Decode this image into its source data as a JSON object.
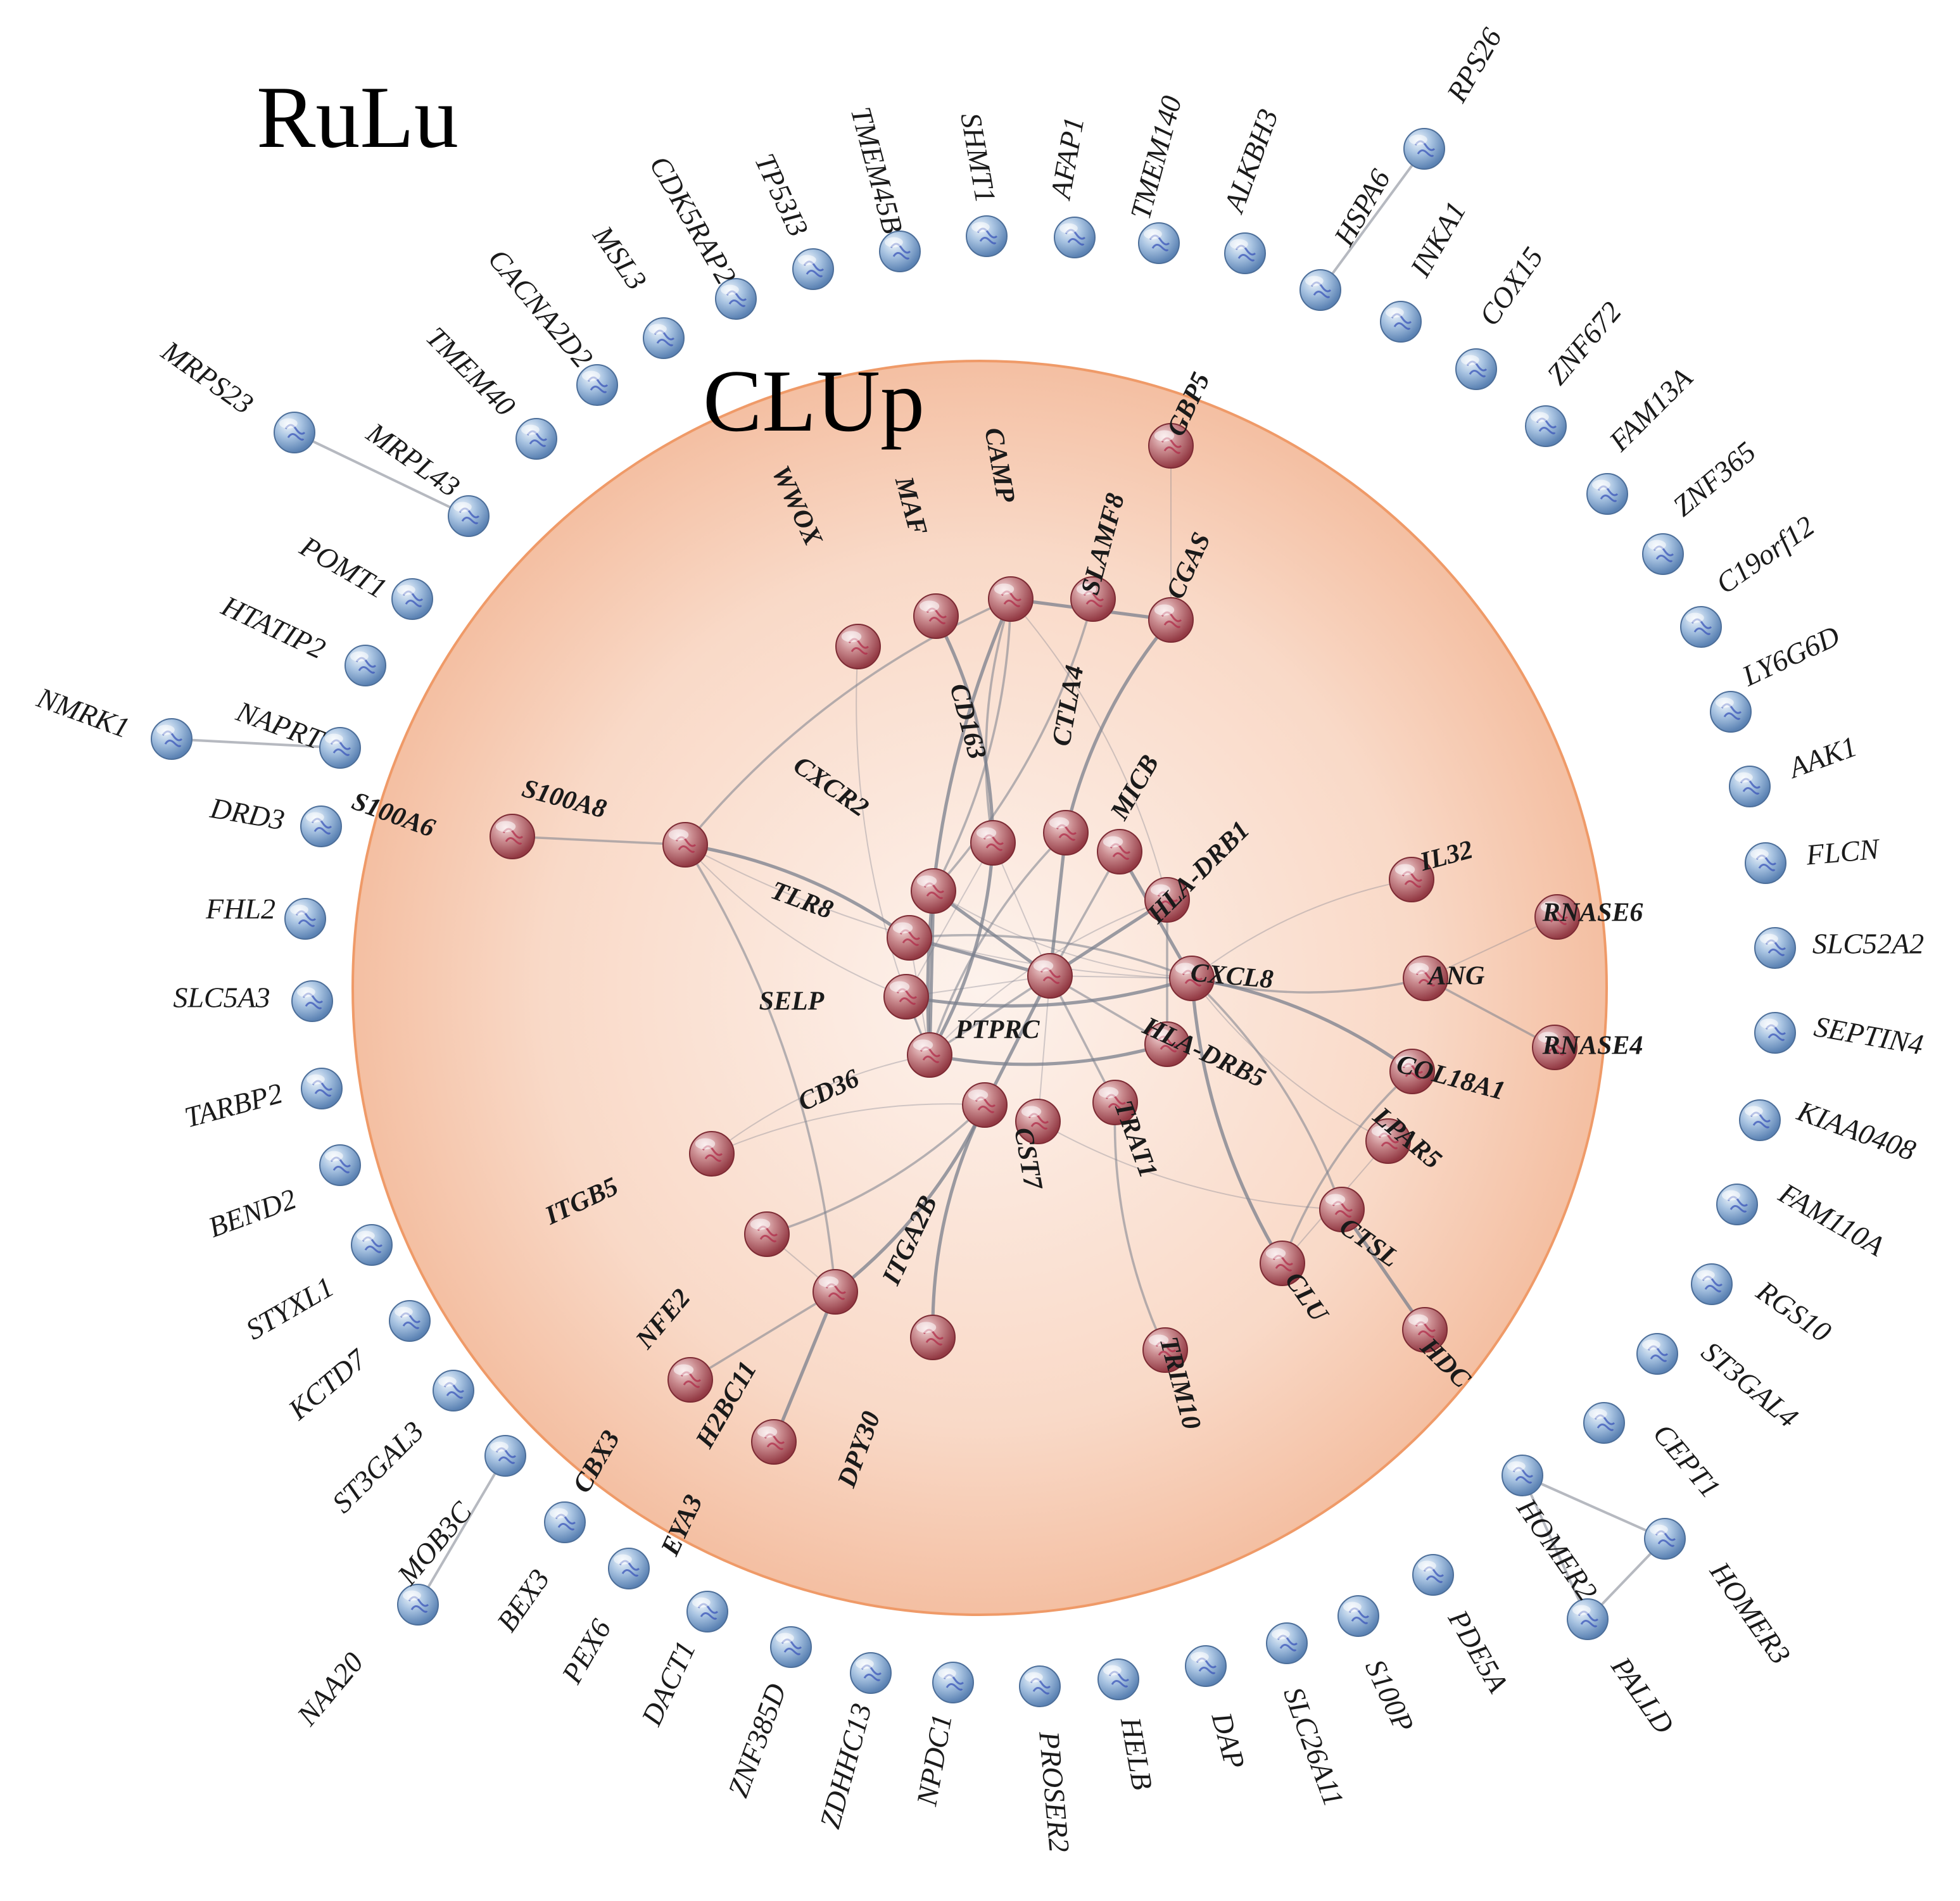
{
  "groups": {
    "outer": {
      "label": "RuLu",
      "color": "#7fa6cf"
    },
    "inner": {
      "label": "CLUp",
      "color": "#a94f57"
    }
  },
  "colors": {
    "circle_fill_center": "#fbe7dc",
    "circle_fill_edge": "#f3b79a",
    "circle_stroke": "#ef9a68",
    "edge": "#7a7f8c",
    "outer_node_light": "#dbe8f5",
    "outer_node_dark": "#6f96c4",
    "inner_node_light": "#ecc3c3",
    "inner_node_dark": "#a34a53"
  },
  "outer_nodes": [
    "RPS26",
    "HSPA6",
    "INKA1",
    "COX15",
    "ZNF672",
    "FAM13A",
    "ZNF365",
    "C19orf12",
    "LY6G6D",
    "AAK1",
    "FLCN",
    "SLC52A2",
    "SEPTIN4",
    "KIAA0408",
    "FAM110A",
    "RGS10",
    "ST3GAL4",
    "CEPT1",
    "HOMER2",
    "HOMER3",
    "PALLD",
    "PDE5A",
    "S100P",
    "SLC26A11",
    "DAP",
    "HELB",
    "PROSER2",
    "NPDC1",
    "ZDHHC13",
    "ZNF385D",
    "DACT1",
    "PEX6",
    "BEX3",
    "NAA20",
    "MOB3C",
    "ST3GAL3",
    "KCTD7",
    "STYXL1",
    "BEND2",
    "TARBP2",
    "SLC5A3",
    "FHL2",
    "DRD3",
    "NAPRT",
    "NMRK1",
    "HTATIP2",
    "POMT1",
    "MRPL43",
    "MRPS23",
    "TMEM40",
    "CACNA2D2",
    "MSL3",
    "CDK5RAP2",
    "TP53I3",
    "TMEM45B",
    "SHMT1",
    "AFAP1",
    "TMEM140",
    "ALKBH3"
  ],
  "outer_edges": [
    [
      "RPS26",
      "HSPA6"
    ],
    [
      "HOMER2",
      "HOMER3"
    ],
    [
      "HOMER2",
      "PALLD"
    ],
    [
      "HOMER3",
      "PALLD"
    ],
    [
      "MOB3C",
      "NAA20"
    ],
    [
      "NAPRT",
      "NMRK1"
    ],
    [
      "MRPL43",
      "MRPS23"
    ]
  ],
  "inner_nodes": [
    "GBP5",
    "CGAS",
    "SLAMF8",
    "CAMP",
    "MAF",
    "WWOX",
    "CD163",
    "CTLA4",
    "MICB",
    "HLA-DRB1",
    "S100A6",
    "S100A8",
    "CXCR2",
    "TLR8",
    "SELP",
    "PTPRC",
    "CXCL8",
    "IL32",
    "RNASE6",
    "ANG",
    "RNASE4",
    "COL18A1",
    "HLA-DRB5",
    "CD36",
    "ITGB5",
    "ITGA2B",
    "CST7",
    "TRAT1",
    "LPAR5",
    "NFE2",
    "CTSL",
    "H2BC11",
    "CBX3",
    "EYA3",
    "DPY30",
    "CLU",
    "HDC",
    "TRIM10"
  ],
  "inner_edges": [
    [
      "GBP5",
      "CGAS"
    ],
    [
      "S100A6",
      "S100A8"
    ],
    [
      "S100A8",
      "TLR8"
    ],
    [
      "S100A8",
      "SELP"
    ],
    [
      "S100A8",
      "CAMP"
    ],
    [
      "PTPRC",
      "CTLA4"
    ],
    [
      "PTPRC",
      "CD163"
    ],
    [
      "PTPRC",
      "MICB"
    ],
    [
      "PTPRC",
      "HLA-DRB1"
    ],
    [
      "PTPRC",
      "CXCL8"
    ],
    [
      "PTPRC",
      "HLA-DRB5"
    ],
    [
      "PTPRC",
      "TLR8"
    ],
    [
      "PTPRC",
      "SELP"
    ],
    [
      "PTPRC",
      "CD36"
    ],
    [
      "PTPRC",
      "ITGA2B"
    ],
    [
      "PTPRC",
      "CST7"
    ],
    [
      "PTPRC",
      "TRAT1"
    ],
    [
      "PTPRC",
      "CXCR2"
    ],
    [
      "CXCL8",
      "IL32"
    ],
    [
      "CXCL8",
      "ANG"
    ],
    [
      "CXCL8",
      "COL18A1"
    ],
    [
      "CXCL8",
      "LPAR5"
    ],
    [
      "CXCL8",
      "CTSL"
    ],
    [
      "CXCL8",
      "CLU"
    ],
    [
      "CXCL8",
      "CXCR2"
    ],
    [
      "CXCL8",
      "TLR8"
    ],
    [
      "CXCL8",
      "SELP"
    ],
    [
      "ANG",
      "RNASE6"
    ],
    [
      "ANG",
      "RNASE4"
    ],
    [
      "CTSL",
      "HDC"
    ],
    [
      "CTSL",
      "CST7"
    ],
    [
      "TRAT1",
      "TRIM10"
    ],
    [
      "ITGA2B",
      "H2BC11"
    ],
    [
      "ITGA2B",
      "ITGB5"
    ],
    [
      "ITGA2B",
      "NFE2"
    ],
    [
      "ITGA2B",
      "DPY30"
    ],
    [
      "NFE2",
      "H2BC11"
    ],
    [
      "H2BC11",
      "CBX3"
    ],
    [
      "H2BC11",
      "EYA3"
    ],
    [
      "CD36",
      "ITGB5"
    ],
    [
      "CAMP",
      "CXCR2"
    ],
    [
      "CAMP",
      "CGAS"
    ],
    [
      "CAMP",
      "HLA-DRB1"
    ],
    [
      "CAMP",
      "CD163"
    ],
    [
      "MAF",
      "CD163"
    ],
    [
      "WWOX",
      "CD36"
    ],
    [
      "SLAMF8",
      "CXCR2"
    ],
    [
      "CGAS",
      "CTLA4"
    ],
    [
      "CD163",
      "SELP"
    ],
    [
      "CTLA4",
      "CD36"
    ],
    [
      "MICB",
      "CXCL8"
    ],
    [
      "HLA-DRB1",
      "CD36"
    ],
    [
      "HLA-DRB1",
      "HLA-DRB5"
    ],
    [
      "CXCR2",
      "CD36"
    ],
    [
      "TLR8",
      "CD36"
    ],
    [
      "SELP",
      "CD36"
    ],
    [
      "CD163",
      "CD36"
    ],
    [
      "S100A8",
      "CXCL8"
    ],
    [
      "S100A8",
      "H2BC11"
    ],
    [
      "CAMP",
      "CD36"
    ],
    [
      "LPAR5",
      "CLU"
    ],
    [
      "COL18A1",
      "CLU"
    ],
    [
      "HLA-DRB5",
      "CD36"
    ]
  ]
}
